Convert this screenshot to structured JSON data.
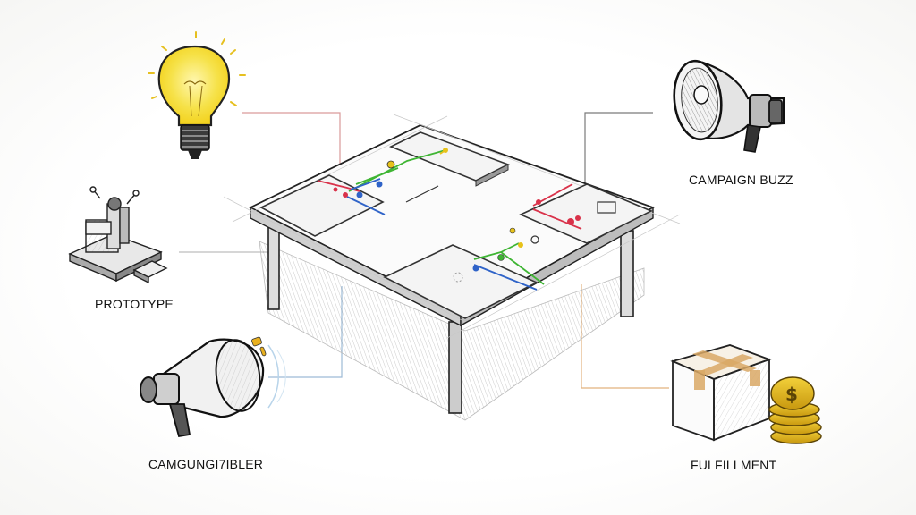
{
  "diagram": {
    "style": "pencil sketch with watercolor accents",
    "center": {
      "name": "modular-table",
      "description": "isometric table with four panels connected by colored wiring"
    },
    "nodes": [
      {
        "id": "idea",
        "icon": "lightbulb-icon",
        "label": "",
        "position": "top-left",
        "connector_color": "#d99a9a"
      },
      {
        "id": "prototype",
        "icon": "prototype-machine-icon",
        "label": "PROTOTYPE",
        "position": "mid-left",
        "connector_color": "#bdbdbd"
      },
      {
        "id": "crowdfunding",
        "icon": "megaphone-icon",
        "label": "CAMGUNGI7IBLER",
        "position": "bottom-left",
        "connector_color": "#9dbad6"
      },
      {
        "id": "campaign",
        "icon": "megaphone-icon",
        "label": "CAMPAIGN BUZZ",
        "position": "top-right",
        "connector_color": "#7a7a7a"
      },
      {
        "id": "fulfillment",
        "icon": "package-and-coins-icon",
        "label": "FULFILLMENT",
        "position": "bottom-right",
        "connector_color": "#e2b27e"
      }
    ],
    "wire_colors": {
      "red": "#d9324a",
      "green": "#3fb534",
      "blue": "#2f63c8",
      "yellow": "#e7c21a"
    }
  }
}
